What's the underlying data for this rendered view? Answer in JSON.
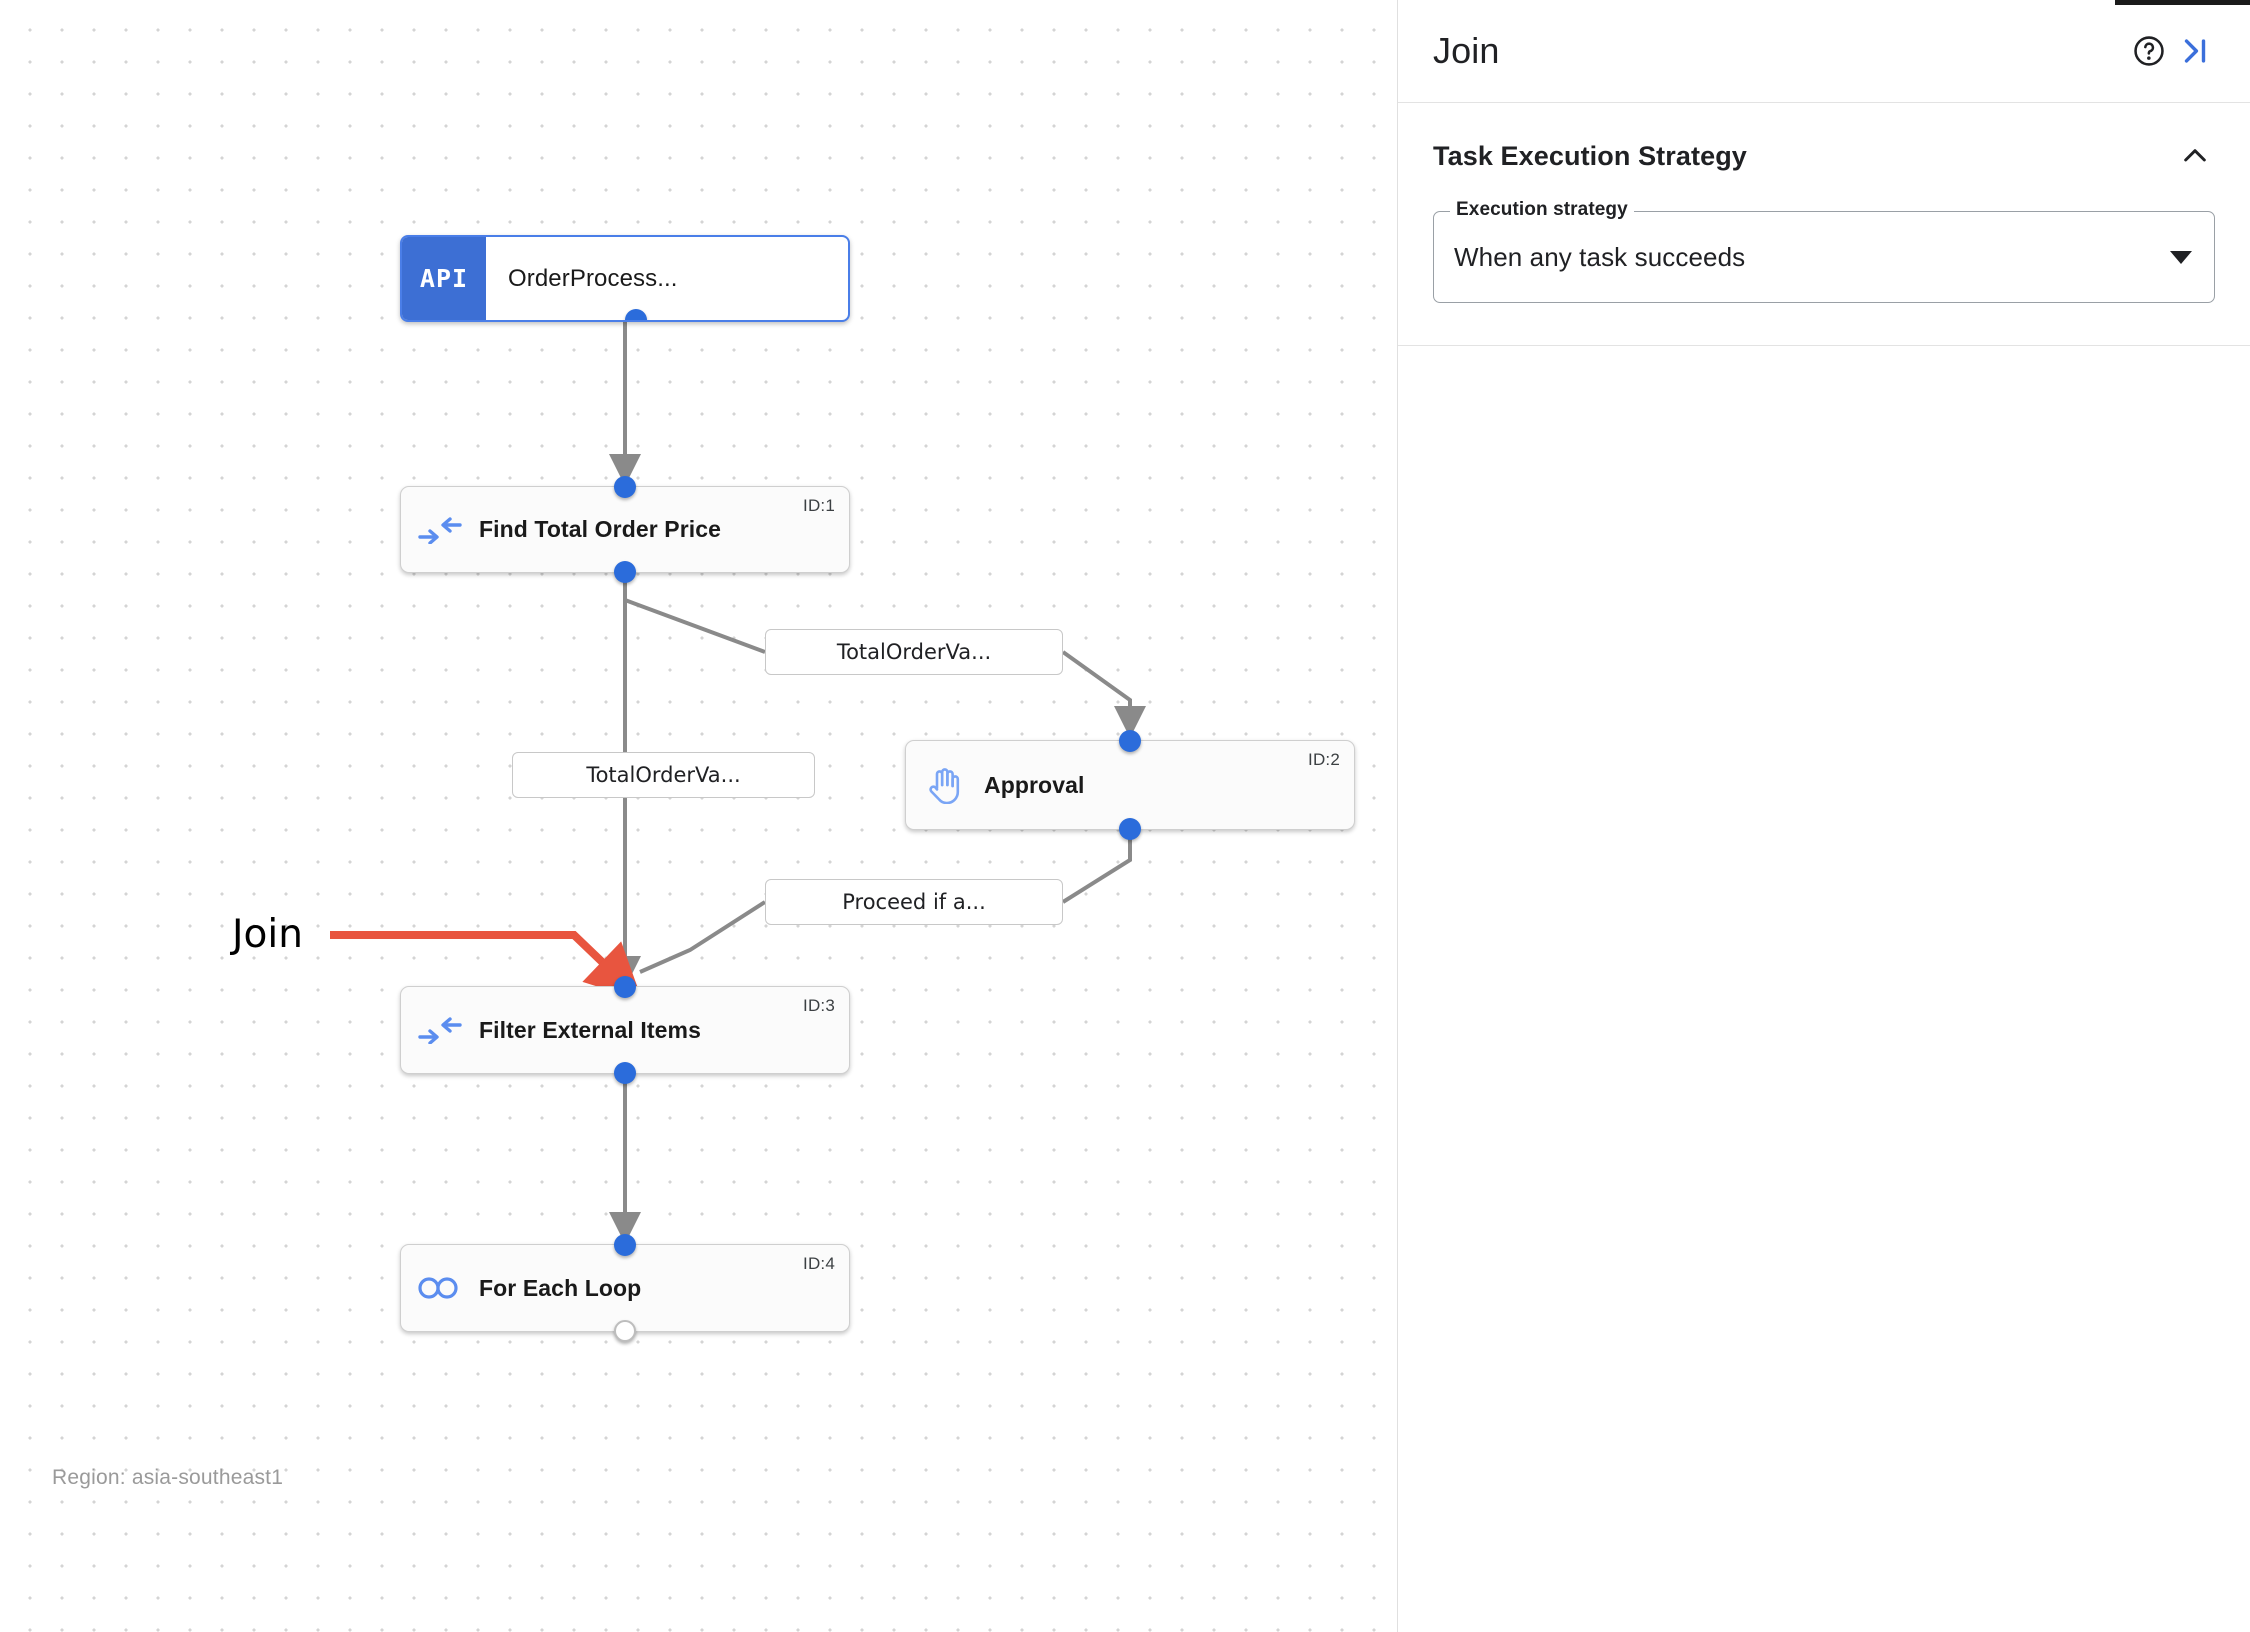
{
  "canvas": {
    "region_label": "Region: asia-southeast1",
    "annotation": {
      "label": "Join",
      "color": "#e8553f"
    },
    "nodes": [
      {
        "key": "trigger",
        "icon": "api-icon",
        "badge_text": "API",
        "title": "OrderProcess...",
        "id_label": ""
      },
      {
        "key": "find_total",
        "icon": "join-arrows-icon",
        "title": "Find Total Order Price",
        "id_label": "ID:1"
      },
      {
        "key": "approval",
        "icon": "hand-raised-icon",
        "title": "Approval",
        "id_label": "ID:2"
      },
      {
        "key": "filter_items",
        "icon": "join-arrows-icon",
        "title": "Filter External Items",
        "id_label": "ID:3"
      },
      {
        "key": "for_each",
        "icon": "infinity-loop-icon",
        "title": "For Each Loop",
        "id_label": "ID:4"
      }
    ],
    "edge_labels": [
      {
        "key": "edge1",
        "text": "TotalOrderVa..."
      },
      {
        "key": "edge2",
        "text": "TotalOrderVa..."
      },
      {
        "key": "edge3",
        "text": "Proceed if a..."
      }
    ]
  },
  "panel": {
    "title": "Join",
    "help_icon": "help-circle-icon",
    "collapse_icon": "collapse-panel-icon",
    "section": {
      "title": "Task Execution Strategy",
      "chevron": "chevron-up-icon",
      "field": {
        "legend": "Execution strategy",
        "value": "When any task succeeds",
        "caret": "chevron-down-icon"
      }
    }
  }
}
